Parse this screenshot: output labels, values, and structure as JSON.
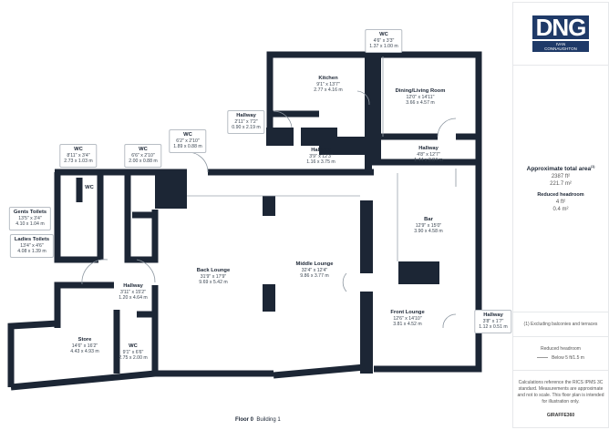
{
  "rooms": [
    {
      "name": "WC",
      "imperial": "4'6\" x 3'3\"",
      "metric": "1.37 x 1.00 m"
    },
    {
      "name": "Kitchen",
      "imperial": "9'1\" x 13'7\"",
      "metric": "2.77 x 4.16 m"
    },
    {
      "name": "Dining/Living Room",
      "imperial": "12'0\" x 14'11\"",
      "metric": "3.66 x 4.57 m"
    },
    {
      "name": "Hallway",
      "imperial": "2'11\" x 7'2\"",
      "metric": "0.90 x 2.19 m"
    },
    {
      "name": "WC",
      "imperial": "6'2\" x 2'10\"",
      "metric": "1.89 x 0.88 m"
    },
    {
      "name": "Hallway",
      "imperial": "3'9\" x 12'3\"",
      "metric": "1.16 x 3.75 m"
    },
    {
      "name": "Hallway",
      "imperial": "4'8\" x 12'7\"",
      "metric": "1.44 x 3.84 m"
    },
    {
      "name": "WC",
      "imperial": "8'11\" x 3'4\"",
      "metric": "2.73 x 1.03 m"
    },
    {
      "name": "WC",
      "imperial": "6'6\" x 2'10\"",
      "metric": "2.00 x 0.88 m"
    },
    {
      "name": "Gents Toilets",
      "imperial": "13'5\" x 3'4\"",
      "metric": "4.10 x 1.04 m"
    },
    {
      "name": "Ladies Toilets",
      "imperial": "13'4\" x 4'6\"",
      "metric": "4.08 x 1.39 m"
    },
    {
      "name": "Bar",
      "imperial": "12'9\" x 15'0\"",
      "metric": "3.90 x 4.58 m"
    },
    {
      "name": "Back Lounge",
      "imperial": "31'9\" x 17'9\"",
      "metric": "9.69 x 5.42 m"
    },
    {
      "name": "Middle Lounge",
      "imperial": "32'4\" x 12'4\"",
      "metric": "9.86 x 3.77 m"
    },
    {
      "name": "Hallway",
      "imperial": "3'11\" x 15'2\"",
      "metric": "1.20 x 4.64 m"
    },
    {
      "name": "Store",
      "imperial": "14'6\" x 16'2\"",
      "metric": "4.43 x 4.93 m"
    },
    {
      "name": "WC",
      "imperial": "9'1\" x 6'6\"",
      "metric": "2.75 x 2.00 m"
    },
    {
      "name": "Front Lounge",
      "imperial": "12'6\" x 14'10\"",
      "metric": "3.81 x 4.52 m"
    },
    {
      "name": "Hallway",
      "imperial": "3'8\" x 1'7\"",
      "metric": "1.12 x 0.51 m"
    }
  ],
  "small_wc_label": "WC",
  "footer": {
    "floor": "Floor 0",
    "building": "Building 1"
  },
  "panel": {
    "logo": {
      "brand": "DNG",
      "sub1": "IVAN",
      "sub2": "CONNAUGHTON",
      "color": "#1f3a68"
    },
    "area_title": "Approximate total area",
    "area_sup": "(1)",
    "area_ft": "2387 ft²",
    "area_m": "221.7 m²",
    "reduced_title": "Reduced headroom",
    "reduced_ft": "4 ft²",
    "reduced_m": "0.4 m²",
    "excluding": "(1) Excluding balconies and terraces",
    "legend_title": "Reduced headroom",
    "legend_item": "Below 5 ft/1.5 m",
    "disclaimer": "Calculations reference the RICS IPMS 3C standard. Measurements are approximate and not to scale. This floor plan is intended for illustration only.",
    "credit": "GIRAFFE360"
  }
}
